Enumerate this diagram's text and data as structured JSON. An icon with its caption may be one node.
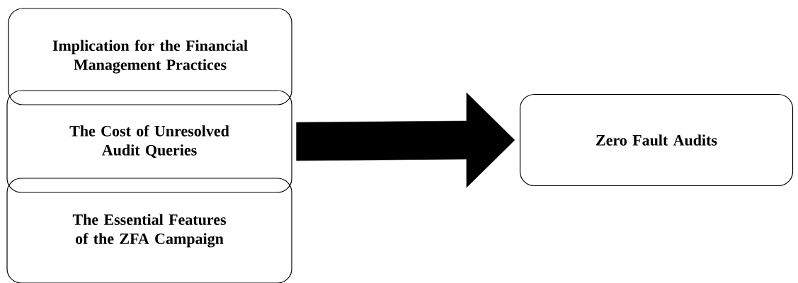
{
  "diagram": {
    "nodes": [
      {
        "text": [
          "Implication for the Financial Management Practices"
        ]
      },
      {
        "text": [
          "The Cost of Unresolved Audit Queries"
        ]
      },
      {
        "text": [
          "The Essential Features of the ZFA Campaign"
        ]
      },
      {
        "text": [
          "Zero Fault Audits"
        ]
      }
    ],
    "edges": [
      {
        "from": 1,
        "to": 3,
        "arrow": "to",
        "style": "thick"
      }
    ]
  }
}
